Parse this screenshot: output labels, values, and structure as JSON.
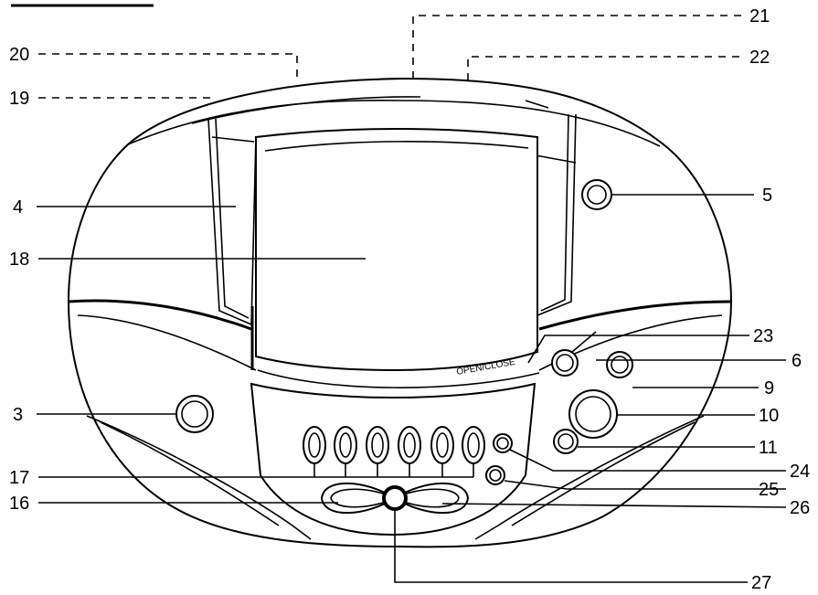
{
  "diagram": {
    "panel_text": "OPEN/CLOSE",
    "callouts": [
      {
        "id": "c20",
        "label": "20"
      },
      {
        "id": "c19",
        "label": "19"
      },
      {
        "id": "c4",
        "label": "4"
      },
      {
        "id": "c18",
        "label": "18"
      },
      {
        "id": "c3",
        "label": "3"
      },
      {
        "id": "c17",
        "label": "17"
      },
      {
        "id": "c16",
        "label": "16"
      },
      {
        "id": "c21",
        "label": "21"
      },
      {
        "id": "c22",
        "label": "22"
      },
      {
        "id": "c5",
        "label": "5"
      },
      {
        "id": "c23",
        "label": "23"
      },
      {
        "id": "c6",
        "label": "6"
      },
      {
        "id": "c9",
        "label": "9"
      },
      {
        "id": "c10",
        "label": "10"
      },
      {
        "id": "c11",
        "label": "11"
      },
      {
        "id": "c24",
        "label": "24"
      },
      {
        "id": "c25",
        "label": "25"
      },
      {
        "id": "c26",
        "label": "26"
      },
      {
        "id": "c27",
        "label": "27"
      }
    ]
  }
}
